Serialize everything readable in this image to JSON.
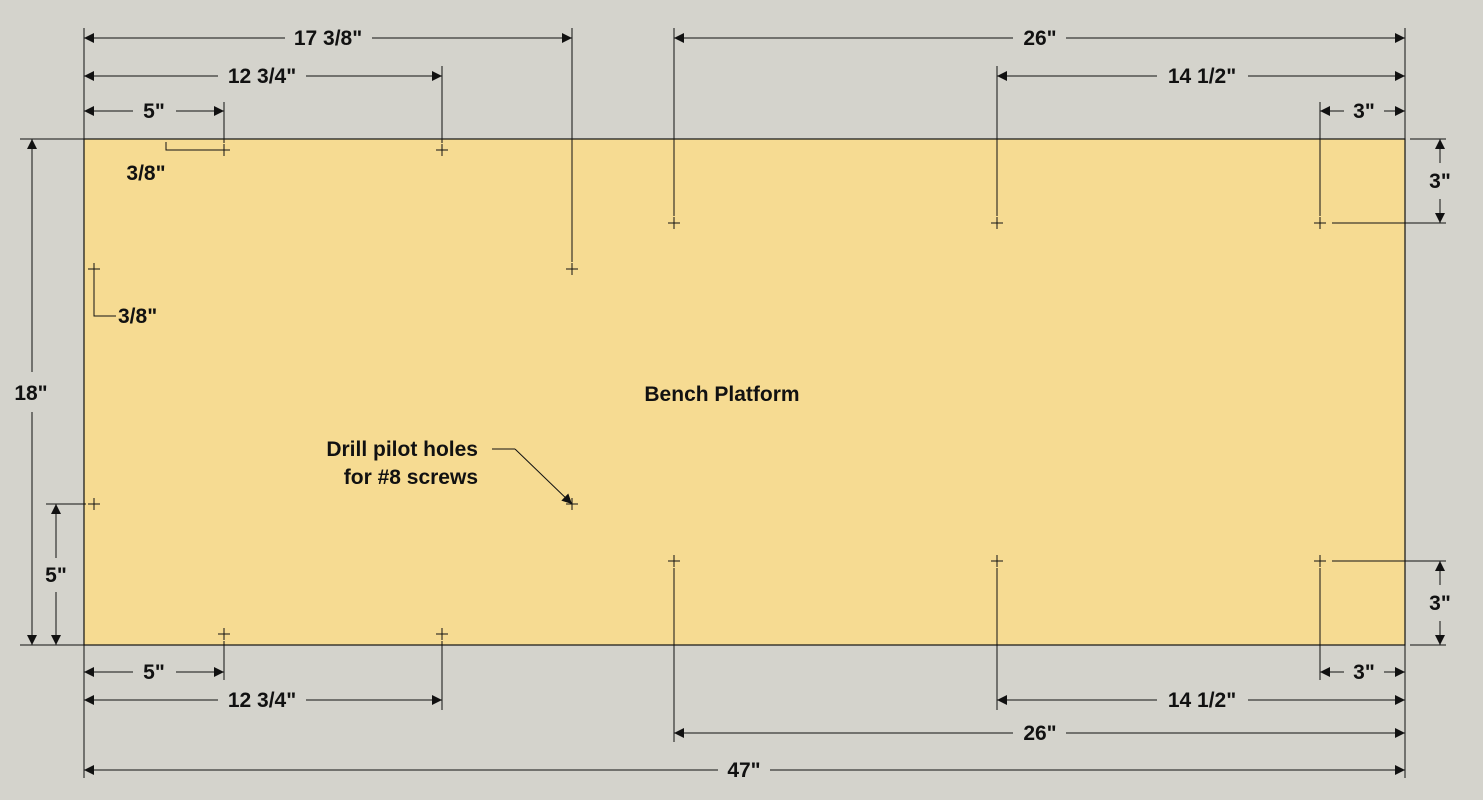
{
  "colors": {
    "background": "#d4d3cc",
    "board": "#f6db92",
    "line": "#111111"
  },
  "board": {
    "title": "Bench Platform",
    "note_line1": "Drill pilot holes",
    "note_line2": "for #8 screws"
  },
  "dimensions": {
    "top_17_3_8": "17 3/8\"",
    "top_12_3_4": "12 3/4\"",
    "top_5": "5\"",
    "top_26": "26\"",
    "top_14_1_2": "14 1/2\"",
    "top_3": "3\"",
    "inset_top_3_8": "3/8\"",
    "inset_left_3_8": "3/8\"",
    "left_18": "18\"",
    "left_5": "5\"",
    "right_3_top": "3\"",
    "right_3_bottom": "3\"",
    "bottom_5": "5\"",
    "bottom_12_3_4": "12 3/4\"",
    "bottom_3": "3\"",
    "bottom_14_1_2": "14 1/2\"",
    "bottom_26": "26\"",
    "overall_47": "47\""
  }
}
